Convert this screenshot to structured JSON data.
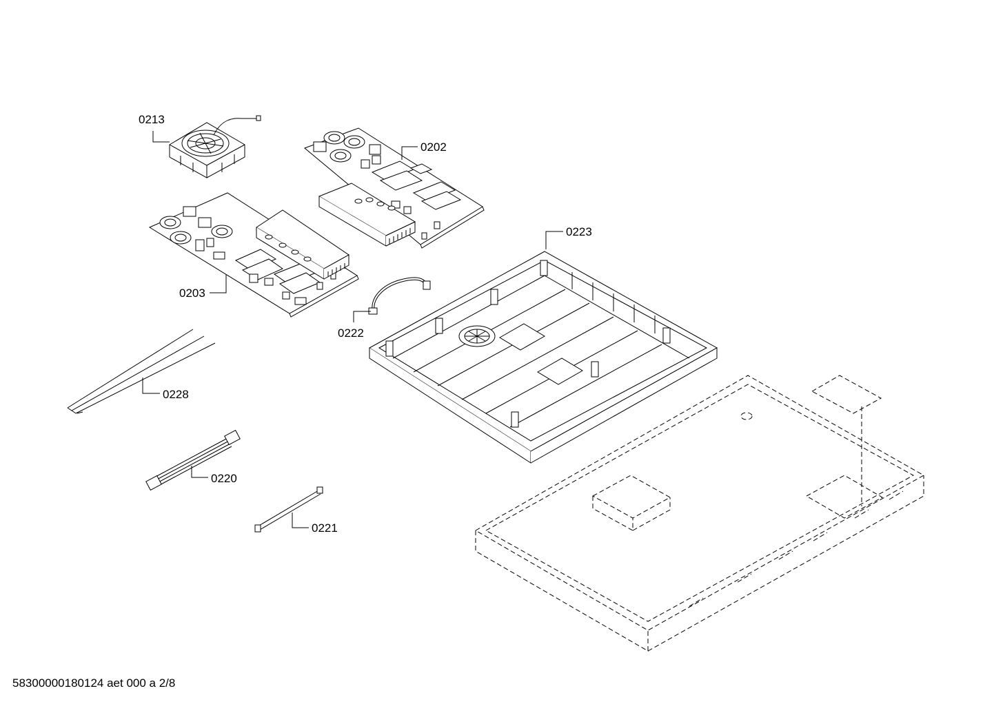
{
  "callouts": {
    "c0213": "0213",
    "c0202": "0202",
    "c0203": "0203",
    "c0223": "0223",
    "c0222": "0222",
    "c0228": "0228",
    "c0220": "0220",
    "c0221": "0221"
  },
  "footer": {
    "document_id": "58300000180124 aet 000 a 2/8"
  }
}
